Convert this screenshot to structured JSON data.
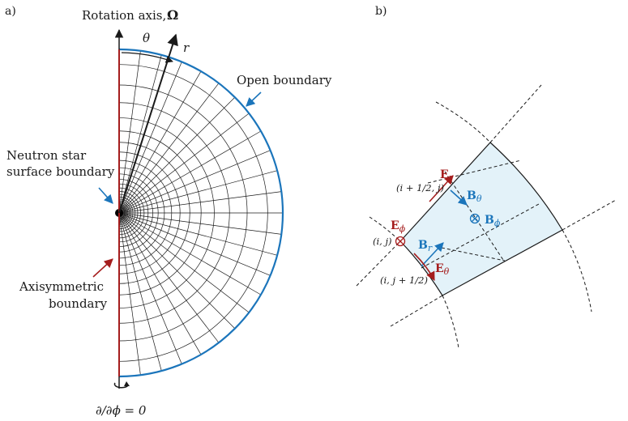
{
  "panel_a": {
    "label": "a)",
    "axis_title": "Rotation axis,",
    "omega_symbol": "Ω",
    "theta_label": "θ",
    "r_label": "r",
    "open_boundary": "Open boundary",
    "ns_line1": "Neutron star",
    "ns_line2": "surface boundary",
    "axi_line1": "Axisymmetric",
    "axi_line2": "boundary",
    "symmetry_eq": "∂/∂ϕ = 0"
  },
  "panel_b": {
    "label": "b)",
    "Er": "E",
    "Er_sub": "r",
    "Btheta": "B",
    "Btheta_sub": "θ",
    "Bphi": "B",
    "Bphi_sub": "ϕ",
    "Ephi": "E",
    "Ephi_sub": "ϕ",
    "Br": "B",
    "Br_sub": "r",
    "Etheta": "E",
    "Etheta_sub": "θ",
    "idx_ihalf_j": "(i + 1/2, j)",
    "idx_ij": "(i, j)",
    "idx_i_jhalf": "(i, j + 1/2)"
  },
  "colors": {
    "grid": "#1a1a1a",
    "open_boundary": "#1b75bb",
    "axis_boundary": "#a51d1d",
    "e_field": "#a51d1d",
    "b_field": "#1b75bb",
    "cell_fill": "#e3f2f9"
  },
  "icons": [
    "arrow-up-icon",
    "rotation-arrow-icon",
    "cross-circle-icon"
  ]
}
